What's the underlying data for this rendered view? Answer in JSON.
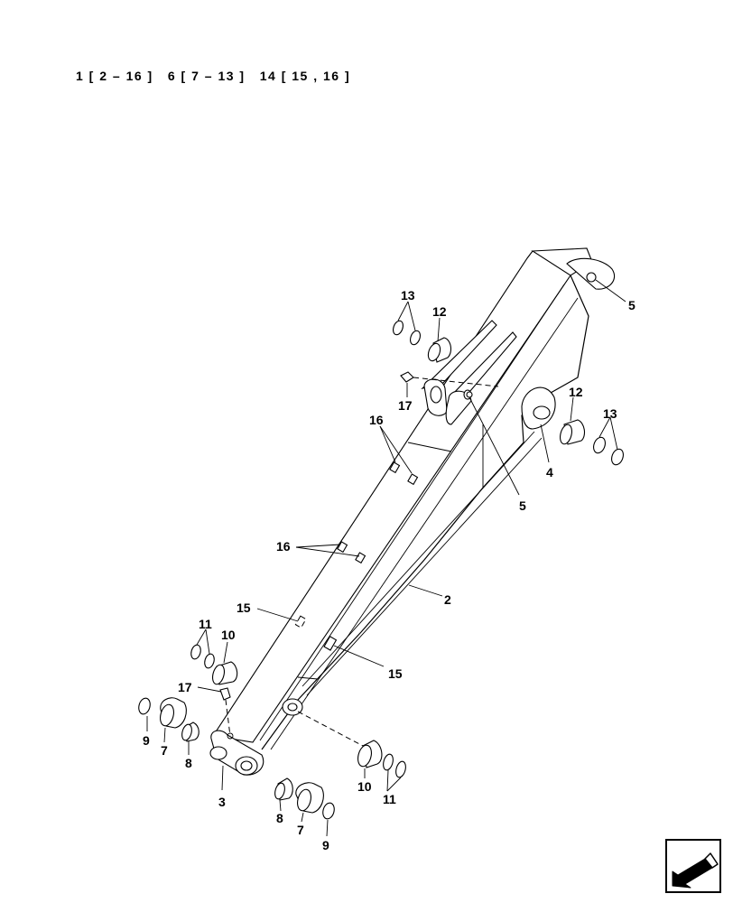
{
  "header": {
    "assembly_text": "1 [ 2 – 16 ]   6 [ 7 – 13 ]   14 [ 15 , 16 ]"
  },
  "callouts": [
    {
      "id": "c13a",
      "label": "13"
    },
    {
      "id": "c12a",
      "label": "12"
    },
    {
      "id": "c5a",
      "label": "5"
    },
    {
      "id": "c17a",
      "label": "17"
    },
    {
      "id": "c12b",
      "label": "12"
    },
    {
      "id": "c13b",
      "label": "13"
    },
    {
      "id": "c16a",
      "label": "16"
    },
    {
      "id": "c4",
      "label": "4"
    },
    {
      "id": "c5b",
      "label": "5"
    },
    {
      "id": "c16b",
      "label": "16"
    },
    {
      "id": "c2",
      "label": "2"
    },
    {
      "id": "c15a",
      "label": "15"
    },
    {
      "id": "c11a",
      "label": "11"
    },
    {
      "id": "c10a",
      "label": "10"
    },
    {
      "id": "c15b",
      "label": "15"
    },
    {
      "id": "c17b",
      "label": "17"
    },
    {
      "id": "c9a",
      "label": "9"
    },
    {
      "id": "c7a",
      "label": "7"
    },
    {
      "id": "c8a",
      "label": "8"
    },
    {
      "id": "c3",
      "label": "3"
    },
    {
      "id": "c10b",
      "label": "10"
    },
    {
      "id": "c11b",
      "label": "11"
    },
    {
      "id": "c8b",
      "label": "8"
    },
    {
      "id": "c7b",
      "label": "7"
    },
    {
      "id": "c9b",
      "label": "9"
    }
  ],
  "nav": {
    "icon": "arrow-left-down-icon"
  }
}
